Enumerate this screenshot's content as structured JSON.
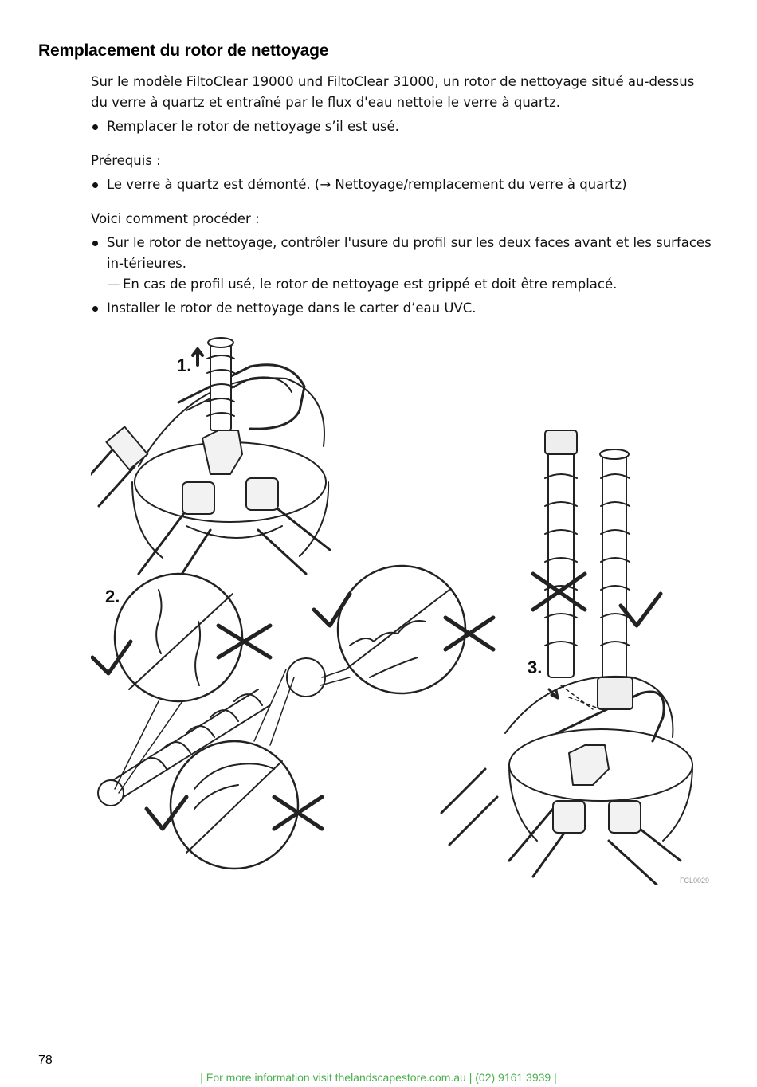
{
  "heading": "Remplacement du rotor de nettoyage",
  "intro": {
    "paragraph": "Sur le modèle FiltoClear 19000 und FiltoClear 31000, un rotor de nettoyage situé au-dessus du verre à quartz et entraîné par le flux d'eau nettoie le verre à quartz.",
    "bullet": "Remplacer le rotor de nettoyage s’il est usé."
  },
  "prerequisites": {
    "label": "Prérequis :",
    "bullet": "Le verre à quartz est démonté. (→ Nettoyage/remplacement du verre à quartz)"
  },
  "procedure": {
    "label": "Voici comment procéder :",
    "bullet_1": "Sur le rotor de nettoyage, contrôler l'usure du profil sur les deux faces avant et les surfaces in-térieures.",
    "sub_1": "En cas de profil usé, le rotor de nettoyage est grippé et doit être remplacé.",
    "bullet_2": "Installer le rotor de nettoyage dans le carter d’eau UVC."
  },
  "figure": {
    "step_1": "1.",
    "step_2": "2.",
    "step_3": "3.",
    "code": "FCL0029"
  },
  "page_number": "78",
  "footer": "| For more information visit thelandscapestore.com.au | (02) 9161 3939 |"
}
